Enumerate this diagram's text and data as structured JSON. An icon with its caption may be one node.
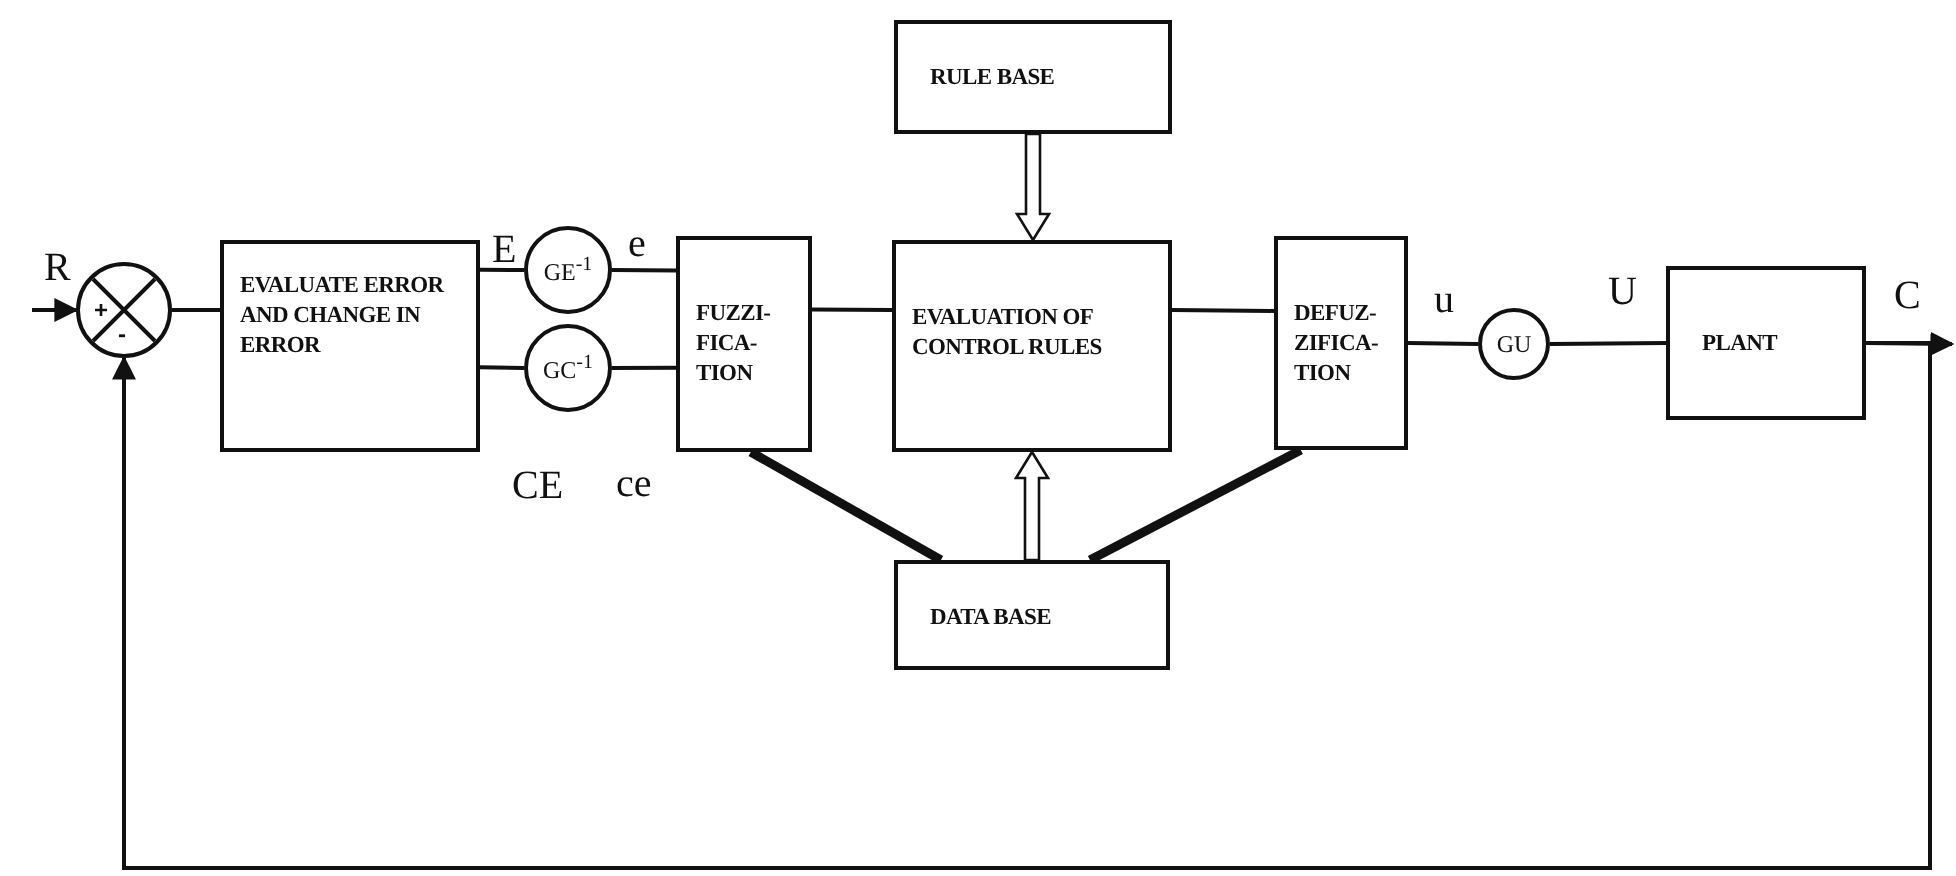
{
  "diagram": {
    "nodes": [
      {
        "text": [
          "+",
          "-"
        ]
      },
      {
        "text": [
          "EVALUATE ERROR AND CHANGE IN ERROR"
        ]
      },
      {
        "text": [
          "GE$^{-1}$"
        ]
      },
      {
        "text": [
          "GC$^{-1}$"
        ]
      },
      {
        "text": [
          "FUZZI- FICA- TION"
        ]
      },
      {
        "text": [
          "RULE BASE"
        ]
      },
      {
        "text": [
          "EVALUATION OF CONTROL RULES"
        ]
      },
      {
        "text": [
          "DEFUZ- ZIFICA- TION"
        ]
      },
      {
        "text": [
          "DATA BASE"
        ]
      },
      {
        "text": [
          "GU"
        ]
      },
      {
        "text": [
          "PLANT"
        ]
      }
    ],
    "edges": [
      {
        "from": null,
        "to": 0,
        "arrow": "to"
      },
      {
        "from": 0,
        "to": 1,
        "arrow": "none"
      },
      {
        "from": 1,
        "to": 2,
        "arrow": "none"
      },
      {
        "from": 1,
        "to": 3,
        "arrow": "none"
      },
      {
        "from": 2,
        "to": 4,
        "arrow": "none"
      },
      {
        "from": 3,
        "to": 4,
        "arrow": "none"
      },
      {
        "from": 4,
        "to": 6,
        "arrow": "none"
      },
      {
        "from": 6,
        "to": 7,
        "arrow": "none"
      },
      {
        "from": 7,
        "to": 9,
        "arrow": "none"
      },
      {
        "from": 9,
        "to": 10,
        "arrow": "none"
      },
      {
        "from": 10,
        "to": null,
        "arrow": "to"
      },
      {
        "from": 10,
        "to": 0,
        "arrow": "to"
      },
      {
        "from": 5,
        "to": 6,
        "arrow": "to"
      },
      {
        "from": 8,
        "to": 6,
        "arrow": "to"
      },
      {
        "from": 8,
        "to": 4,
        "arrow": "none",
        "style": "thick"
      },
      {
        "from": 8,
        "to": 7,
        "arrow": "none",
        "style": "thick"
      }
    ],
    "labels": [
      "R",
      "E",
      "e",
      "CE",
      "ce",
      "u",
      "U",
      "C"
    ]
  }
}
